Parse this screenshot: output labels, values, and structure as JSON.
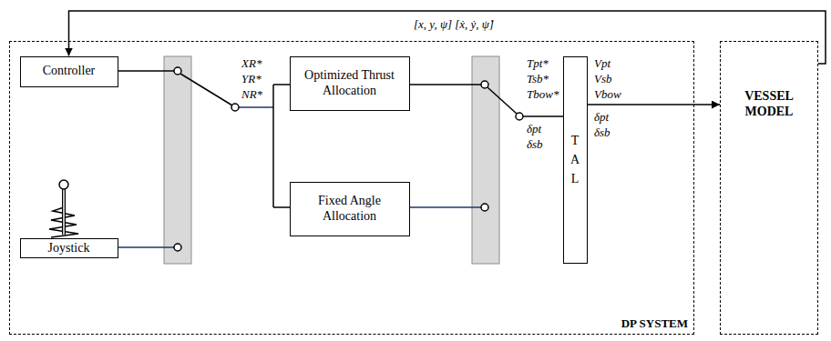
{
  "diagram": {
    "nodes": [
      {
        "text": [
          "DP SYSTEM"
        ]
      },
      {
        "text": [
          "Controller"
        ],
        "in": 0
      },
      {
        "text": [
          "Joystick"
        ],
        "in": 0
      },
      {
        "text": [
          "Optimized Thrust Allocation"
        ],
        "in": 0
      },
      {
        "text": [
          "Fixed Angle Allocation"
        ],
        "in": 0
      },
      {
        "text": [
          "T A L"
        ],
        "in": 0
      },
      {
        "text": [
          "VESSEL MODEL"
        ]
      }
    ],
    "edges": [
      {
        "from": 6,
        "to": 1,
        "arrow": "to",
        "label": "[x, y, ψ] [ẋ, ẏ, ψ̇]"
      },
      {
        "from": 5,
        "to": 6,
        "arrow": "to"
      }
    ],
    "labels": [
      "XR*",
      "YR*",
      "NR*",
      "Tpt*",
      "Tsb*",
      "Tbow*",
      "δpt",
      "δsb",
      "Vpt",
      "Vsb",
      "Vbow",
      "δpt",
      "δsb"
    ]
  }
}
